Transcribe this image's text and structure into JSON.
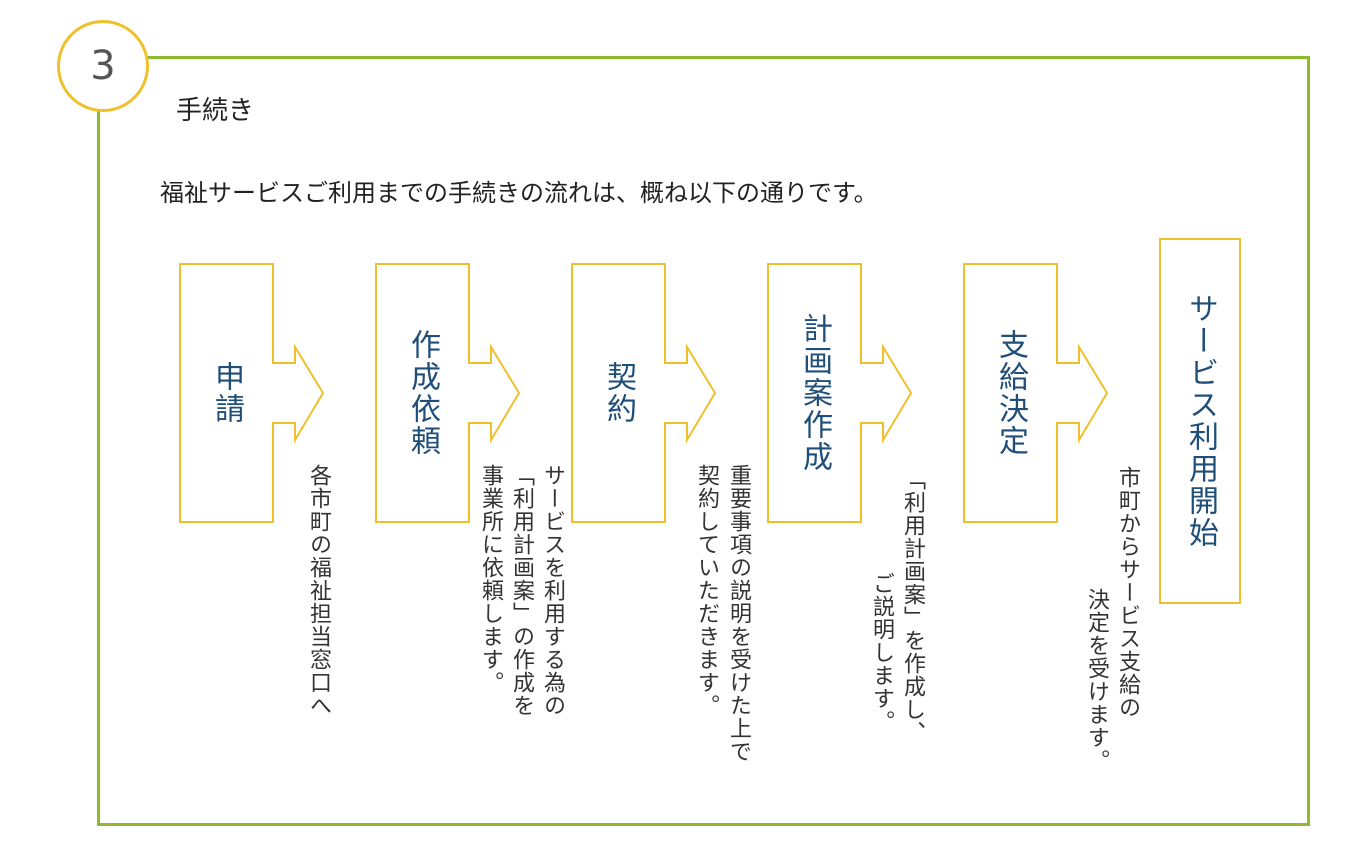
{
  "section": {
    "number": "3",
    "title": "手続き"
  },
  "intro": "福祉サービスご利用までの手続きの流れは、概ね以下の通りです。",
  "steps": [
    {
      "label": "申請",
      "note": [
        "各市町の福祉担当窓口へ"
      ]
    },
    {
      "label": "作成依頼",
      "note": [
        "サービスを利用する為の",
        "「利用計画案」の作成を",
        "事業所に依頼します。"
      ]
    },
    {
      "label": "契約",
      "note": [
        "重要事項の説明を受けた上で",
        "契約していただきます。"
      ]
    },
    {
      "label": "計画案作成",
      "note": [
        "「利用計画案」を作成し、",
        "ご説明します。"
      ]
    },
    {
      "label": "支給決定",
      "note": [
        "市町からサービス支給の",
        "決定を受けます。"
      ]
    },
    {
      "label": "サービス利用開始"
    }
  ],
  "colors": {
    "frame": "#8dba2e",
    "box": "#f0c02c",
    "label": "#1f4e79"
  }
}
